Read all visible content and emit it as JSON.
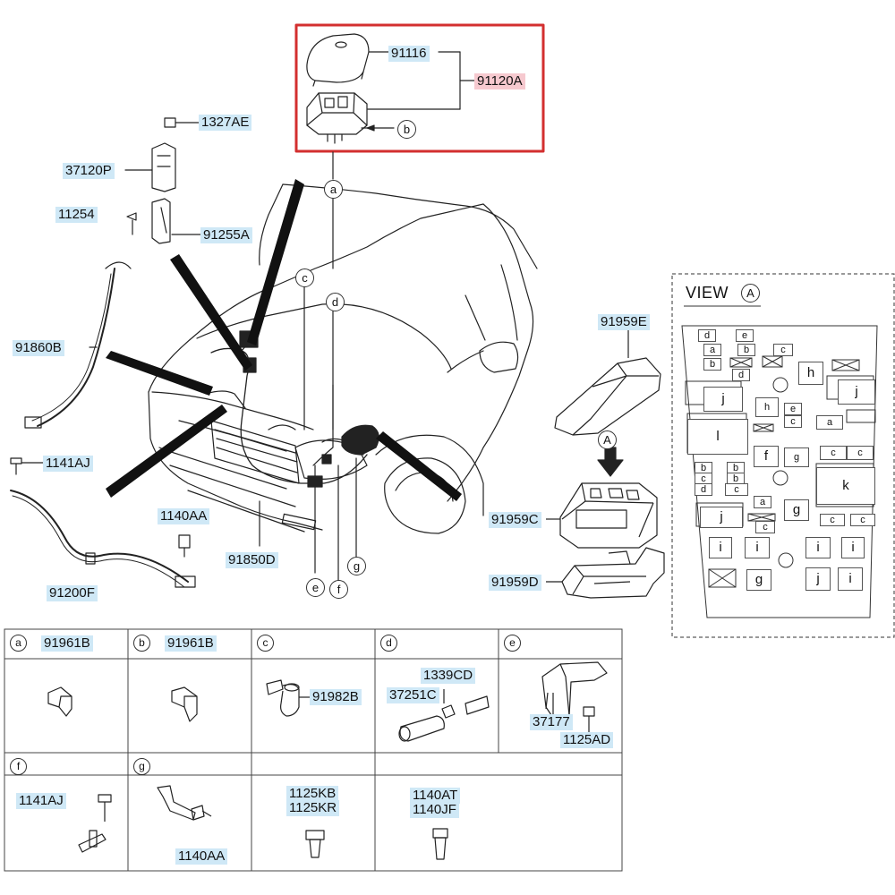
{
  "diagram": {
    "top_callouts": {
      "cover": "91116",
      "assembly": "91120A",
      "bracket": "1327AE",
      "relay": "37120P",
      "bolt": "11254",
      "holder": "91255A"
    },
    "left_callouts": {
      "cable": "91860B",
      "screw": "1141AJ",
      "ground": "91200F",
      "nut": "1140AA"
    },
    "center_callouts": {
      "harness": "91850D"
    },
    "right_callouts": {
      "cover": "91959E",
      "box": "91959C",
      "lower": "91959D"
    },
    "letters": {
      "a": "a",
      "b": "b",
      "c": "c",
      "d": "d",
      "e": "e",
      "f": "f",
      "g": "g",
      "A": "A"
    }
  },
  "view_panel": {
    "title": "VIEW",
    "title_letter": "A",
    "labels": [
      "d",
      "e",
      "a",
      "b",
      "c",
      "b",
      "d",
      "h",
      "j",
      "j",
      "h",
      "e",
      "c",
      "a",
      "l",
      "f",
      "g",
      "c",
      "c",
      "b",
      "b",
      "c",
      "b",
      "d",
      "c",
      "k",
      "a",
      "c",
      "j",
      "g",
      "c",
      "c",
      "i",
      "i",
      "i",
      "i",
      "g",
      "j",
      "i"
    ]
  },
  "table": {
    "cells": [
      {
        "letter": "a",
        "parts": [
          "91961B"
        ]
      },
      {
        "letter": "b",
        "parts": [
          "91961B"
        ]
      },
      {
        "letter": "c",
        "parts": [
          "91982B"
        ]
      },
      {
        "letter": "d",
        "parts": [
          "1339CD",
          "37251C"
        ]
      },
      {
        "letter": "e",
        "parts": [
          "37177",
          "1125AD"
        ]
      },
      {
        "letter": "f",
        "parts": [
          "1141AJ"
        ]
      },
      {
        "letter": "g",
        "parts": [
          "1140AA"
        ]
      },
      {
        "letter": "",
        "parts": [
          "1125KB",
          "1125KR"
        ]
      },
      {
        "letter": "",
        "parts": [
          "1140AT",
          "1140JF"
        ]
      }
    ]
  },
  "colors": {
    "callout_bg": "#cfe8f6",
    "highlight_bg": "#f6c9cf",
    "frame_red": "#d32f2f"
  }
}
